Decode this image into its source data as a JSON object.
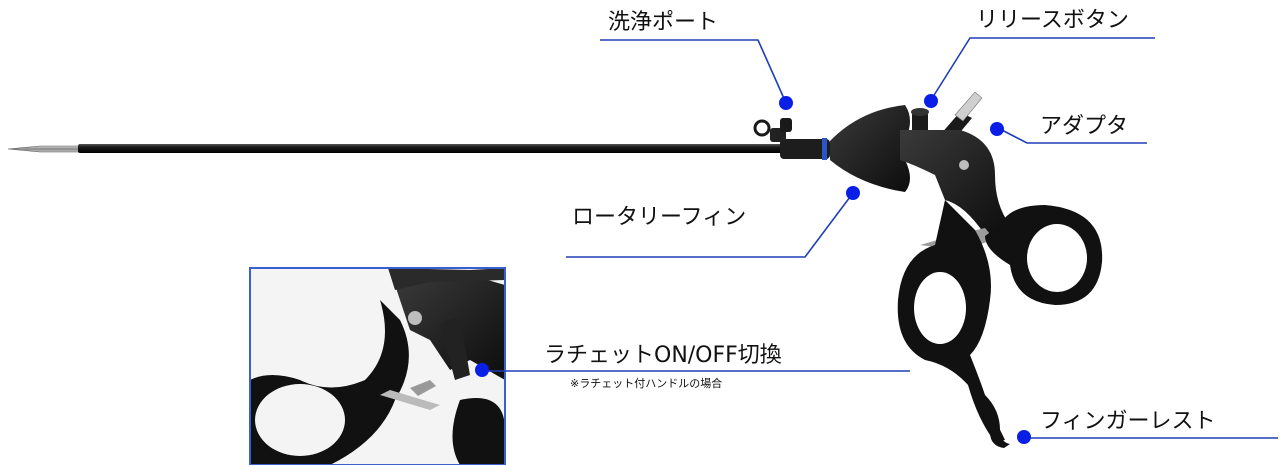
{
  "labels": {
    "wash_port": "洗浄ポート",
    "release_button": "リリースボタン",
    "adapter": "アダプタ",
    "rotary_fin": "ロータリーフィン",
    "ratchet_switch": "ラチェットON/OFF切換",
    "ratchet_note": "※ラチェット付ハンドルの場合",
    "finger_rest": "フィンガーレスト"
  },
  "colors": {
    "leader_line": "#1f3fb8",
    "marker_dot": "#0a1fe6",
    "instrument": "#1a1a1a",
    "inset_border": "#3a5fcf"
  }
}
